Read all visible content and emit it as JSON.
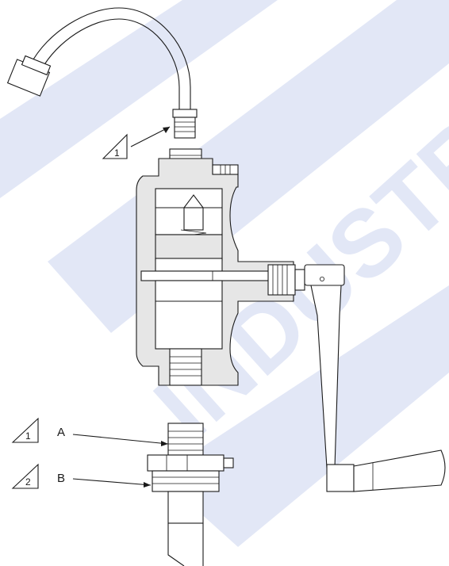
{
  "callouts": {
    "top_marker": "1",
    "a_marker": "1",
    "a_letter": "A",
    "b_marker": "2",
    "b_letter": "B"
  },
  "colors": {
    "watermark": "#dde3f5",
    "line": "#1a1a1a",
    "body_fill": "#e6e6e6"
  }
}
